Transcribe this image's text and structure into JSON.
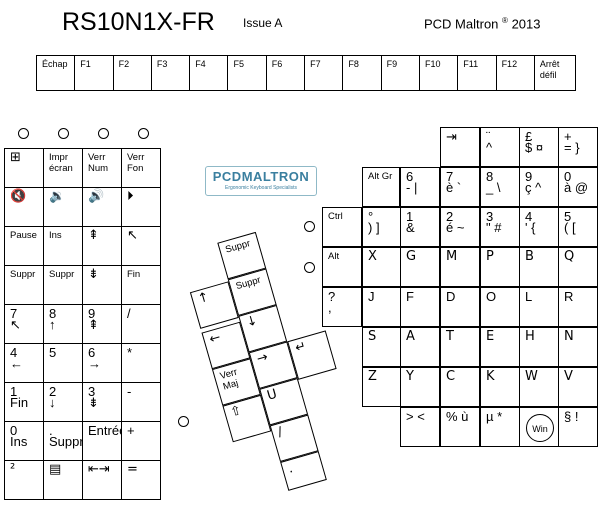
{
  "header": {
    "title": "RS10N1X-FR",
    "issue": "Issue A",
    "vendor": "PCD Maltron",
    "vendor_mark": "®",
    "year": "2013"
  },
  "function_row": [
    "Échap",
    "F1",
    "F2",
    "F3",
    "F4",
    "F5",
    "F6",
    "F7",
    "F8",
    "F9",
    "F10",
    "F11",
    "F12",
    "Arrêt défil"
  ],
  "logo": {
    "name": "PCDMALTRON",
    "tagline": "Ergonomic Keyboard Specialists",
    "color": "#3a7f9f"
  },
  "left_cluster": {
    "r1": [
      "⊞",
      "Impr écran",
      "Verr Num",
      "Verr Fon"
    ],
    "r2": [
      "🔇",
      "🔉",
      "🔊",
      "⏵"
    ],
    "r3": [
      "Pause",
      "Ins",
      "⇞",
      "↖"
    ],
    "r4": [
      "Suppr",
      "Suppr",
      "⇟",
      "Fin"
    ],
    "r5": [
      [
        "7",
        "↖"
      ],
      [
        "8",
        "↑"
      ],
      [
        "9",
        "⇞"
      ],
      [
        "/",
        ""
      ]
    ],
    "r6": [
      [
        "4",
        "←"
      ],
      [
        "5",
        ""
      ],
      [
        "6",
        "→"
      ],
      [
        "*",
        ""
      ]
    ],
    "r7": [
      [
        "1",
        "Fin"
      ],
      [
        "2",
        "↓"
      ],
      [
        "3",
        "⇟"
      ],
      [
        "-",
        ""
      ]
    ],
    "r8": [
      [
        "0",
        "Ins"
      ],
      [
        ".",
        "Suppr"
      ],
      [
        "Entrée",
        ""
      ],
      [
        "+",
        ""
      ]
    ],
    "r9": [
      "²",
      "▤",
      "⇤⇥",
      "="
    ]
  },
  "thumb_cluster": {
    "keys": [
      "Suppr",
      "Suppr",
      "↑",
      "←",
      "↓",
      "→",
      "↵",
      "Verr Maj",
      "⇧",
      "U",
      "/",
      "."
    ]
  },
  "right_cluster": {
    "top": [
      [
        "⇥",
        ""
      ],
      [
        "¨",
        "^"
      ],
      [
        "£",
        "$ ¤"
      ],
      [
        "+",
        "= }"
      ]
    ],
    "altgr": "Alt Gr",
    "row_num": [
      [
        "6",
        "- |"
      ],
      [
        "7",
        "è `"
      ],
      [
        "8",
        "_ \\"
      ],
      [
        "9",
        "ç ^"
      ],
      [
        "0",
        "à @"
      ]
    ],
    "ctrl": "Ctrl",
    "row_num2": [
      [
        "°",
        ") ]"
      ],
      [
        "1",
        "&"
      ],
      [
        "2",
        "é ~"
      ],
      [
        "3",
        "\" #"
      ],
      [
        "4",
        "' {"
      ],
      [
        "5",
        "( ["
      ]
    ],
    "alt": "Alt",
    "row_a": [
      "X",
      "G",
      "M",
      "P",
      "B",
      "Q"
    ],
    "row_b": [
      [
        "?",
        ","
      ],
      [
        "J",
        ""
      ],
      [
        "F",
        ""
      ],
      [
        "D",
        ""
      ],
      [
        "O",
        ""
      ],
      [
        "L",
        ""
      ],
      [
        "R",
        ""
      ]
    ],
    "row_c": [
      "S",
      "A",
      "T",
      "E",
      "H",
      "N"
    ],
    "row_d": [
      "Z",
      "Y",
      "C",
      "K",
      "W",
      "V"
    ],
    "row_e": [
      [
        "> <",
        ""
      ],
      [
        "% ù",
        ""
      ],
      [
        "µ *",
        ""
      ],
      [
        "Win",
        ""
      ],
      [
        "§ !",
        ""
      ]
    ]
  }
}
